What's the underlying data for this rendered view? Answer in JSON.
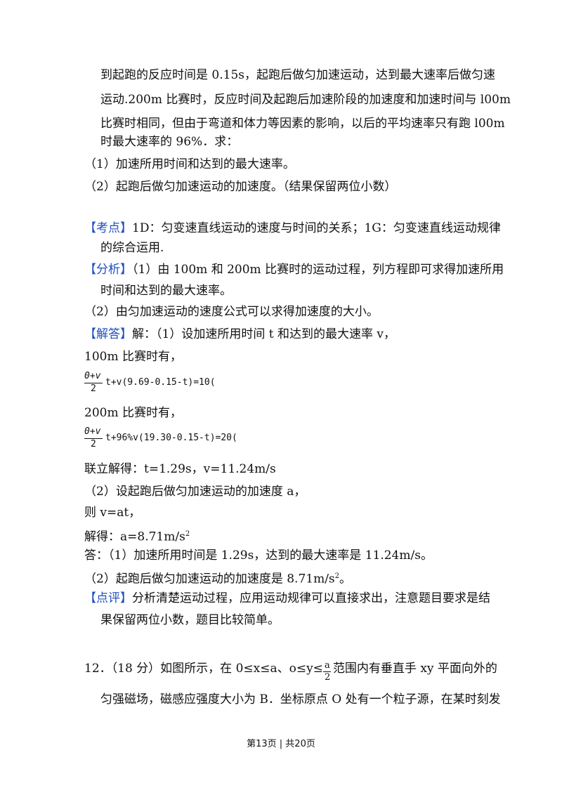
{
  "problem11": {
    "lines": [
      "到起跑的反应时间是 0.15s，起跑后做匀加速运动，达到最大速率后做匀速",
      "运动.200m 比赛时，反应时间及起跑后加速阶段的加速度和加速时间与 l00m",
      "比赛时相同，但由于弯道和体力等因素的影响，以后的平均速率只有跑 l00m",
      "时最大速率的 96%．求：",
      "（1）加速所用时间和达到的最大速率。",
      "（2）起跑后做匀加速运动的加速度。（结果保留两位小数）"
    ]
  },
  "kaodian": {
    "tag": "【考点】",
    "text1": "1D：匀变速直线运动的速度与时间的关系；1G：匀变速直线运动规律",
    "text2": "的综合运用."
  },
  "fenxi": {
    "tag": "【分析】",
    "text1": "（1）由 100m 和 200m 比赛时的运动过程，列方程即可求得加速所用",
    "text2": "时间和达到的最大速率。",
    "text3": "（2）由匀加速运动的速度公式可以求得加速度的大小。"
  },
  "jieda": {
    "tag": "【解答】",
    "intro": "解：（1）设加速所用时间 t 和达到的最大速率 v，",
    "l100": "100m 比赛时有，",
    "eq1_num": "0+v",
    "eq1_den": "2",
    "eq1_rest": "t+v(9.69-0.15-t)=10(",
    "l200": "200m 比赛时有，",
    "eq2_num": "0+v",
    "eq2_den": "2",
    "eq2_rest": "t+96%v(19.30-0.15-t)=20(",
    "solve1": "联立解得：t=1.29s，v=11.24m/s",
    "part2": "（2）设起跑后做匀加速运动的加速度 a，",
    "then": "则 v=at，",
    "solve2": "解得：a=8.71m/s",
    "solve2_sup": "2",
    "ans1": "答：（1）加速所用时间是 1.29s，达到的最大速率是 11.24m/s。",
    "ans2": "（2）起跑后做匀加速运动的加速度是 8.71m/s",
    "ans2_sup": "2",
    "ans2_end": "。"
  },
  "dianping": {
    "tag": "【点评】",
    "text1": "分析清楚运动过程，应用运动规律可以直接求出，注意题目要求是结",
    "text2": "果保留两位小数，题目比较简单。"
  },
  "problem12": {
    "lead": "12．（18 分）如图所示，在 0≤x≤a、o≤y≤",
    "frac_num": "a",
    "frac_den": "2",
    "tail": "范围内有垂直手 xy 平面向外的",
    "line2": "匀强磁场，磁感应强度大小为 B．坐标原点 O 处有一个粒子源，在某时刻发"
  },
  "footer": "第13页 | 共20页"
}
